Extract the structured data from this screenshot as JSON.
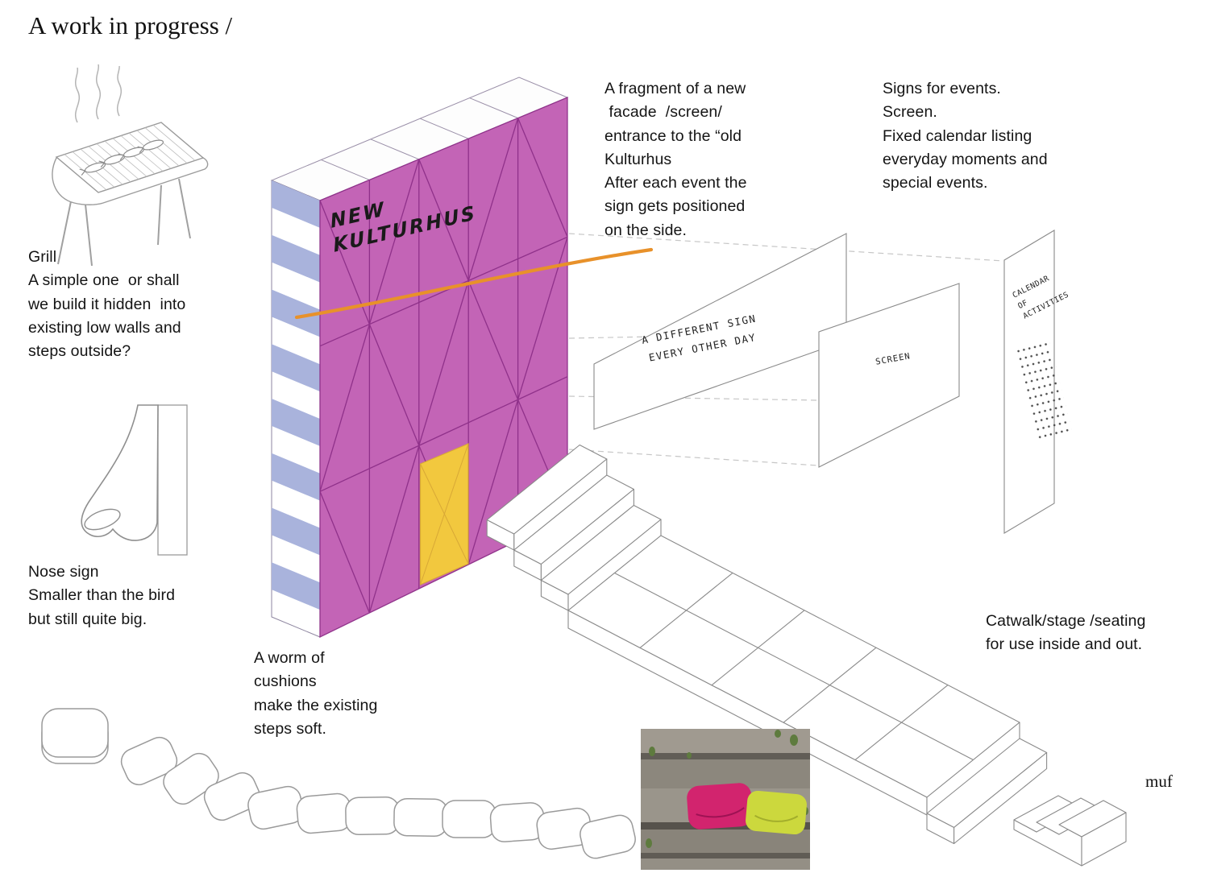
{
  "title": "A work in progress /",
  "credit": "muf",
  "colors": {
    "facade_front": "#c364b6",
    "facade_line": "#8d2f88",
    "stripe_blue": "#a9b3dc",
    "door_yellow": "#f2c83e",
    "accent_orange": "#e8912a",
    "cushion_pink": "#d2246e",
    "cushion_yellow": "#ccd83d"
  },
  "grill": {
    "caption": "Grill\nA simple one  or shall\nwe build it hidden  into\nexisting low walls and\nsteps outside?"
  },
  "nose": {
    "caption": "Nose sign\nSmaller than the bird\nbut still quite big."
  },
  "facade": {
    "sign": "NEW\nKULTURHUS",
    "note": "A fragment of a new\n facade  /screen/\nentrance to the “old\nKulturhus\nAfter each event the\nsign gets positioned\non the side."
  },
  "signs": {
    "note": "Signs for events.\nScreen.\nFixed calendar listing\neveryday moments and\nspecial events.",
    "panel_sign": "A DIFFERENT SIGN\nEVERY OTHER DAY",
    "panel_screen": "SCREEN",
    "panel_calendar": "CALENDAR\nOF\nACTIVITIES"
  },
  "cushions": {
    "caption": "A worm of\ncushions\nmake the existing\nsteps soft."
  },
  "catwalk": {
    "caption": "Catwalk/stage /seating\nfor use inside and out."
  }
}
